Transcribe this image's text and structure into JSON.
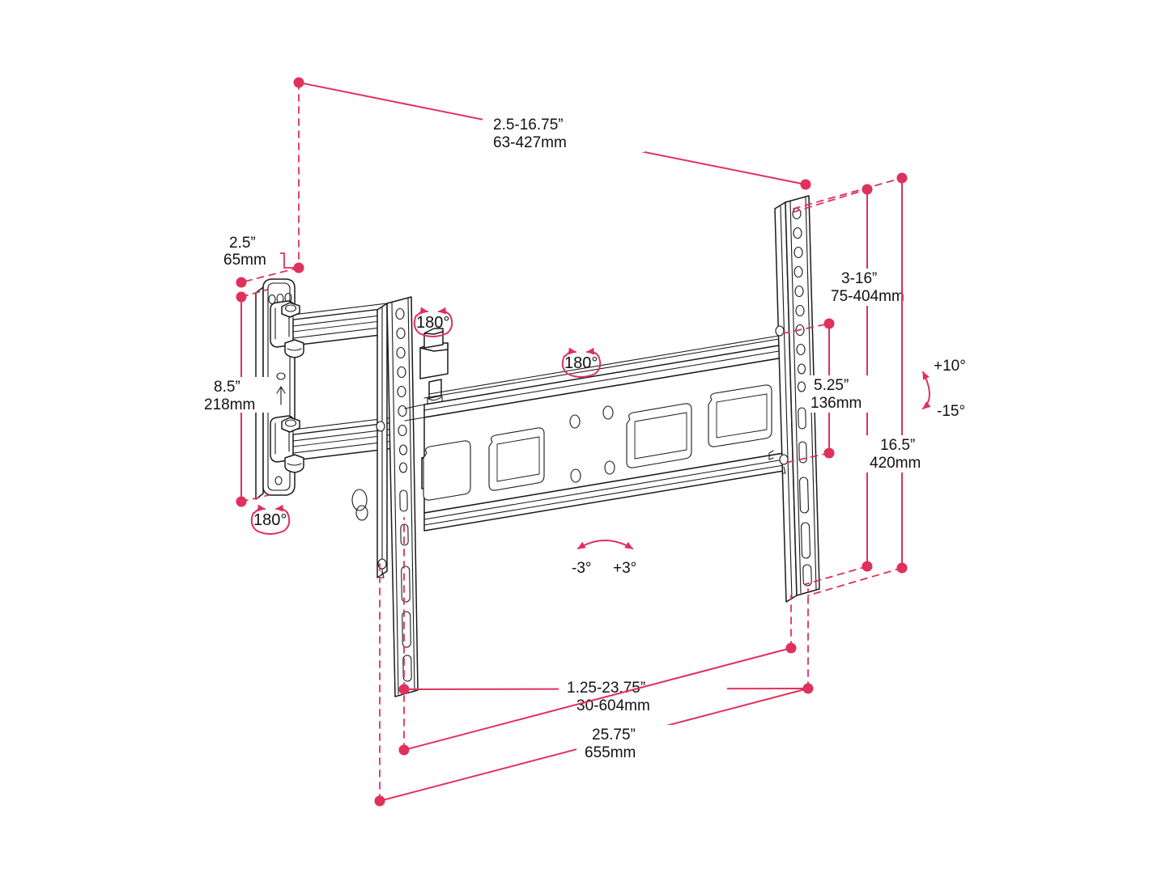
{
  "diagram": {
    "title": "Full-motion TV wall mount dimension drawing",
    "accent_color": "#e0305c",
    "line_color": "#1a1a1a",
    "background_color": "#ffffff"
  },
  "dimensions": {
    "top_extension": {
      "imperial": "2.5-16.75”",
      "metric": "63-427mm"
    },
    "plate_depth": {
      "imperial": "2.5”",
      "metric": "65mm"
    },
    "plate_height": {
      "imperial": "8.5”",
      "metric": "218mm"
    },
    "vesa_height_range": {
      "imperial": "3-16”",
      "metric": "75-404mm"
    },
    "bracket_spacing": {
      "imperial": "5.25”",
      "metric": "136mm"
    },
    "rail_height": {
      "imperial": "16.5”",
      "metric": "420mm"
    },
    "depth_range": {
      "imperial": "1.25-23.75”",
      "metric": "30-604mm"
    },
    "overall_width": {
      "imperial": "25.75”",
      "metric": "655mm"
    }
  },
  "rotation_badges": [
    {
      "id": "swivel-left-upper",
      "label": "180°"
    },
    {
      "id": "swivel-left-lower",
      "label": "180°"
    },
    {
      "id": "swivel-center",
      "label": "180°"
    }
  ],
  "tilt": {
    "vertical_up": "+10°",
    "vertical_down": "-15°",
    "roll_left": "-3°",
    "roll_right": "+3°"
  }
}
